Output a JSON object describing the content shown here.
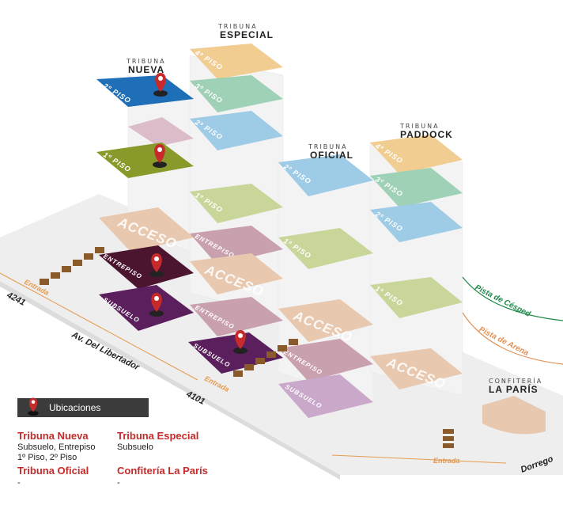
{
  "stands": {
    "nueva": {
      "small": "TRIBUNA",
      "big": "NUEVA"
    },
    "especial": {
      "small": "TRIBUNA",
      "big": "ESPECIAL"
    },
    "oficial": {
      "small": "TRIBUNA",
      "big": "OFICIAL"
    },
    "paddock": {
      "small": "TRIBUNA",
      "big": "PADDOCK"
    }
  },
  "floors": {
    "piso2": "2º PISO",
    "piso1": "1º PISO",
    "piso3": "3º PISO",
    "piso4": "4º PISO",
    "entrepiso": "ENTREPISO",
    "subsuelo": "SUBSUELO",
    "acceso": "ACCESO"
  },
  "streets": {
    "libertador": "Av. Del Libertador",
    "dorrego": "Dorrego",
    "num_4241": "4241",
    "num_4101": "4101",
    "entrada": "Entrada"
  },
  "tracks": {
    "cesped": "Pista de Césped",
    "arena": "Pista de Arena"
  },
  "confiteria": {
    "small": "CONFITERÍA",
    "big": "LA PARÍS"
  },
  "legend": {
    "header": "Ubicaciones",
    "items": [
      {
        "title": "Tribuna Nueva",
        "sub": "Subsuelo, Entrepiso\n1º Piso, 2º Piso"
      },
      {
        "title": "Tribuna Especial",
        "sub": "Subsuelo"
      },
      {
        "title": "Tribuna Oficial",
        "sub": "-"
      },
      {
        "title": "Confitería La París",
        "sub": "-"
      }
    ]
  },
  "colors": {
    "nueva_2": "#1e6fb8",
    "nueva_1": "#8a9a2a",
    "highlight_dark": "#4b1530",
    "subsuelo_purple": "#5a1f5c",
    "acceso": "#e8c8ae",
    "floor4": "#f2cd92",
    "floor3": "#9ed1b6",
    "floor2": "#9ecbe6",
    "floor1": "#c9d69a",
    "entrepiso_pink": "#c9a0ae",
    "subsuelo_light": "#c9a8c9",
    "pin": "#c62a2a",
    "cesped": "#1d8a4a",
    "arena": "#e0935a"
  }
}
